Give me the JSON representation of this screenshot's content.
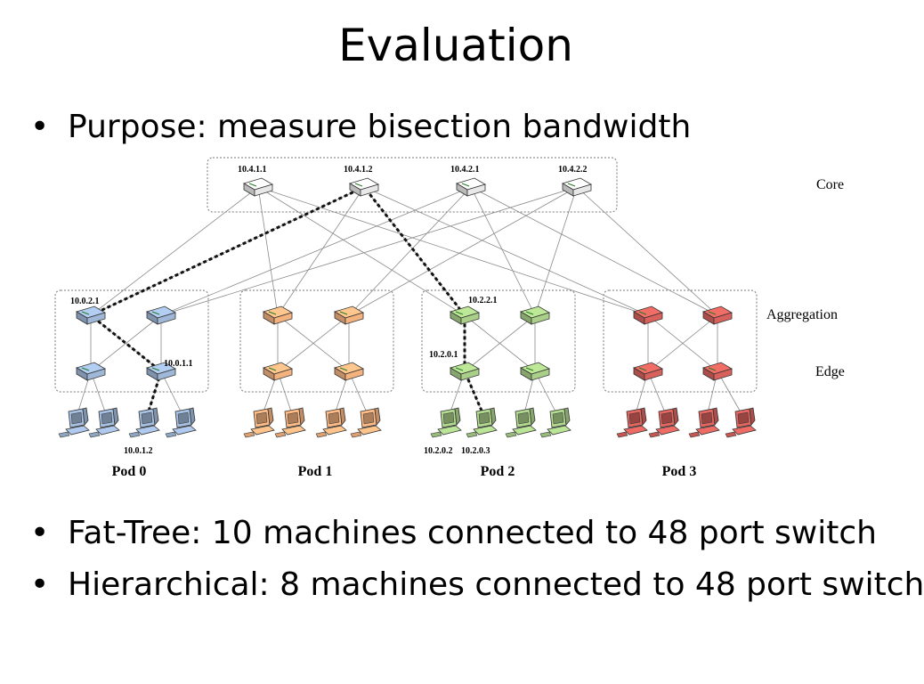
{
  "slide": {
    "title": "Evaluation",
    "bullets": [
      "Purpose: measure bisection bandwidth",
      "Fat-Tree: 10 machines connected to 48 port switch",
      "Hierarchical: 8 machines connected to 48 port switch"
    ],
    "bullet_glyph": "•"
  },
  "diagram": {
    "layers": [
      "Core",
      "Aggregation",
      "Edge"
    ],
    "pods": [
      "Pod 0",
      "Pod 1",
      "Pod 2",
      "Pod 3"
    ],
    "core_addresses": [
      "10.4.1.1",
      "10.4.1.2",
      "10.4.2.1",
      "10.4.2.2"
    ],
    "node_labels": {
      "pod0_agg": "10.0.2.1",
      "pod0_edge": "10.0.1.1",
      "pod0_host": "10.0.1.2",
      "pod2_agg": "10.2.2.1",
      "pod2_edge": "10.2.0.1",
      "pod2_host_a": "10.2.0.2",
      "pod2_host_b": "10.2.0.3"
    },
    "pod_colors": [
      "#9fb8d8",
      "#f4b27f",
      "#a9cf88",
      "#d9615c"
    ],
    "core_color": "#e8e8e8"
  }
}
